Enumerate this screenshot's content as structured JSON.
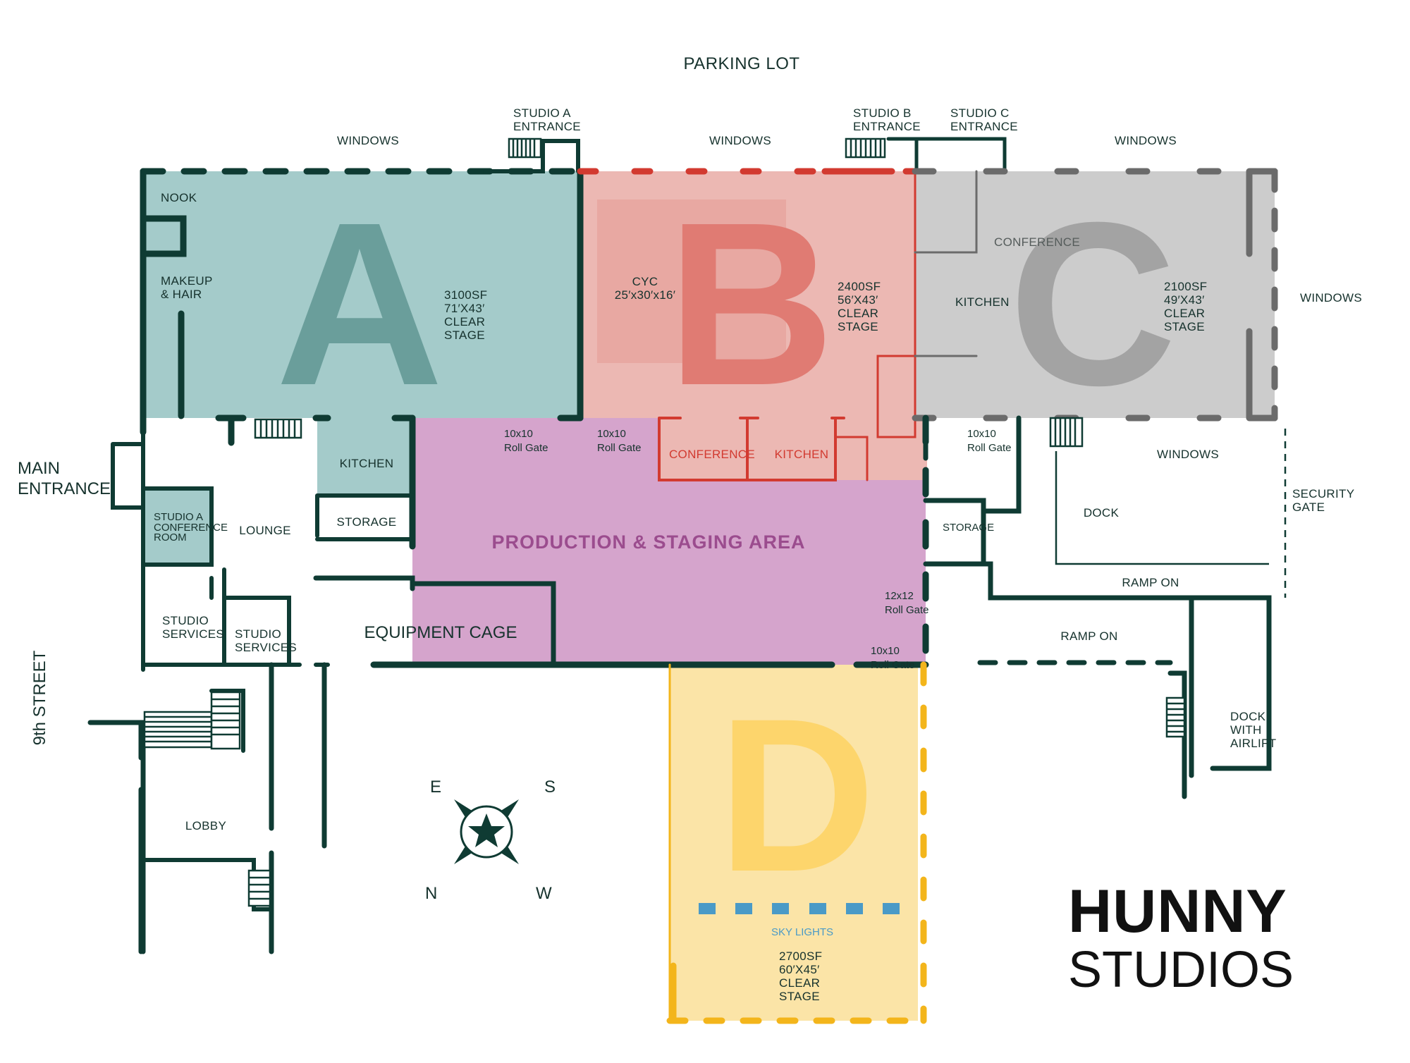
{
  "labels": {
    "parking_lot": "PARKING LOT",
    "windows_a": "WINDOWS",
    "windows_b": "WINDOWS",
    "windows_c": "WINDOWS",
    "windows_east": "WINDOWS",
    "windows_dock": "WINDOWS",
    "studio_a_entrance": [
      "STUDIO A",
      "ENTRANCE"
    ],
    "studio_b_entrance": [
      "STUDIO B",
      "ENTRANCE"
    ],
    "studio_c_entrance": [
      "STUDIO C",
      "ENTRANCE"
    ],
    "main_entrance": [
      "MAIN",
      "ENTRANCE"
    ],
    "ninth_street": "9th STREET",
    "nook": "NOOK",
    "makeup_hair": [
      "MAKEUP",
      "& HAIR"
    ],
    "kitchen_a": "KITCHEN",
    "kitchen_b": "KITCHEN",
    "kitchen_c": "KITCHEN",
    "conference_b": "CONFERENCE",
    "conference_c": "CONFERENCE",
    "storage_main": "STORAGE",
    "storage_east": "STORAGE",
    "studio_a_conference": [
      "STUDIO A",
      "CONFERENCE",
      "ROOM"
    ],
    "lounge": "LOUNGE",
    "studio_services_1": [
      "STUDIO",
      "SERVICES"
    ],
    "studio_services_2": [
      "STUDIO",
      "SERVICES"
    ],
    "equipment_cage": "EQUIPMENT CAGE",
    "production": "PRODUCTION & STAGING AREA",
    "lobby": "LOBBY",
    "dock": "DOCK",
    "dock_airlift": [
      "DOCK",
      "WITH",
      "AIRLIFT"
    ],
    "security_gate": [
      "SECURITY",
      "GATE"
    ],
    "ramp_on_1": "RAMP ON",
    "ramp_on_2": "RAMP ON",
    "sky_lights": "SKY LIGHTS",
    "cyc": [
      "CYC",
      "25′x30′x16′"
    ],
    "gate_a": [
      "10x10",
      "Roll Gate"
    ],
    "gate_b": [
      "10x10",
      "Roll Gate"
    ],
    "gate_c": [
      "10x10",
      "Roll Gate"
    ],
    "gate_12": [
      "12x12",
      "Roll Gate"
    ],
    "gate_d": [
      "10x10",
      "Roll Gate"
    ]
  },
  "studios": [
    {
      "id": "A",
      "letter": "A",
      "specs": [
        "3100SF",
        "71′X43′",
        "CLEAR",
        "STAGE"
      ],
      "fill": "#a4cbca",
      "letter_color": "#6a9e9b"
    },
    {
      "id": "B",
      "letter": "B",
      "specs": [
        "2400SF",
        "56′X43′",
        "CLEAR",
        "STAGE"
      ],
      "fill": "#ecb8b3",
      "letter_color": "#e07b73"
    },
    {
      "id": "C",
      "letter": "C",
      "specs": [
        "2100SF",
        "49′X43′",
        "CLEAR",
        "STAGE"
      ],
      "fill": "#cccccc",
      "letter_color": "#a3a3a3"
    },
    {
      "id": "D",
      "letter": "D",
      "specs": [
        "2700SF",
        "60′X45′",
        "CLEAR",
        "STAGE"
      ],
      "fill": "#fbe4a7",
      "letter_color": "#fdd56c"
    }
  ],
  "compass": {
    "e": "E",
    "s": "S",
    "n": "N",
    "w": "W"
  },
  "logo": {
    "line1": "HUNNY",
    "line2": "STUDIOS"
  },
  "colors": {
    "wall": "#0f3b33",
    "production": "#d5a4cc",
    "production_text": "#9b4c8e",
    "studio_b_wall": "#d23a30",
    "studio_c_wall": "#6b6b6b",
    "studio_d_wall": "#f3b51b",
    "skylight": "#4a9ac7"
  }
}
